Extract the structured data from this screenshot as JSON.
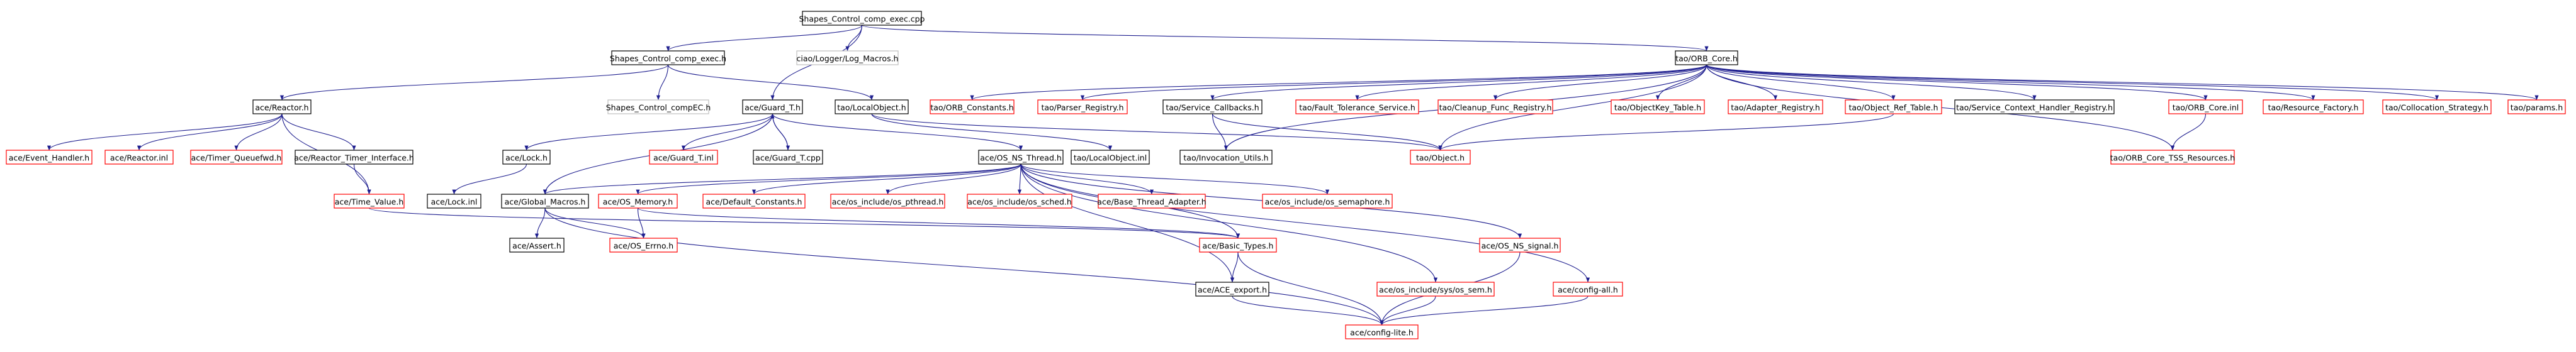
{
  "colors": {
    "root_fill": "#bfbfbf",
    "border_black": "#000000",
    "border_red": "#ff0000",
    "border_gray": "#bfbfbf",
    "text": "#000000",
    "edge": "#1f1f8f"
  },
  "nodes": [
    {
      "id": "root",
      "label": "Shapes_Control_comp_exec.cpp",
      "style": "root"
    },
    {
      "id": "scce_h",
      "label": "Shapes_Control_comp_exec.h",
      "style": "black"
    },
    {
      "id": "logmacros",
      "label": "ciao/Logger/Log_Macros.h",
      "style": "gray"
    },
    {
      "id": "orbcore",
      "label": "tao/ORB_Core.h",
      "style": "black"
    },
    {
      "id": "reactor",
      "label": "ace/Reactor.h",
      "style": "black"
    },
    {
      "id": "compec",
      "label": "Shapes_Control_compEC.h",
      "style": "gray"
    },
    {
      "id": "guard_t",
      "label": "ace/Guard_T.h",
      "style": "black"
    },
    {
      "id": "localobj_h",
      "label": "tao/LocalObject.h",
      "style": "black"
    },
    {
      "id": "orbconst",
      "label": "tao/ORB_Constants.h",
      "style": "red"
    },
    {
      "id": "parserreg",
      "label": "tao/Parser_Registry.h",
      "style": "red"
    },
    {
      "id": "svccb",
      "label": "tao/Service_Callbacks.h",
      "style": "black"
    },
    {
      "id": "faulttol",
      "label": "tao/Fault_Tolerance_Service.h",
      "style": "red"
    },
    {
      "id": "cleanup",
      "label": "tao/Cleanup_Func_Registry.h",
      "style": "red"
    },
    {
      "id": "objkey",
      "label": "tao/ObjectKey_Table.h",
      "style": "red"
    },
    {
      "id": "adapterreg",
      "label": "tao/Adapter_Registry.h",
      "style": "red"
    },
    {
      "id": "objref",
      "label": "tao/Object_Ref_Table.h",
      "style": "red"
    },
    {
      "id": "svcctx",
      "label": "tao/Service_Context_Handler_Registry.h",
      "style": "black"
    },
    {
      "id": "orbcore_inl",
      "label": "tao/ORB_Core.inl",
      "style": "red"
    },
    {
      "id": "resfactory",
      "label": "tao/Resource_Factory.h",
      "style": "red"
    },
    {
      "id": "collocation",
      "label": "tao/Collocation_Strategy.h",
      "style": "red"
    },
    {
      "id": "params",
      "label": "tao/params.h",
      "style": "red"
    },
    {
      "id": "eventhandler",
      "label": "ace/Event_Handler.h",
      "style": "red"
    },
    {
      "id": "reactor_inl",
      "label": "ace/Reactor.inl",
      "style": "red"
    },
    {
      "id": "timerq",
      "label": "ace/Timer_Queuefwd.h",
      "style": "red"
    },
    {
      "id": "reactortimer",
      "label": "ace/Reactor_Timer_Interface.h",
      "style": "black"
    },
    {
      "id": "lock_h",
      "label": "ace/Lock.h",
      "style": "black"
    },
    {
      "id": "guard_inl",
      "label": "ace/Guard_T.inl",
      "style": "red"
    },
    {
      "id": "guard_cpp",
      "label": "ace/Guard_T.cpp",
      "style": "black"
    },
    {
      "id": "osnsthread",
      "label": "ace/OS_NS_Thread.h",
      "style": "black"
    },
    {
      "id": "localobj_inl",
      "label": "tao/LocalObject.inl",
      "style": "black"
    },
    {
      "id": "invocation",
      "label": "tao/Invocation_Utils.h",
      "style": "black"
    },
    {
      "id": "object_h",
      "label": "tao/Object.h",
      "style": "red"
    },
    {
      "id": "tsscore",
      "label": "tao/ORB_Core_TSS_Resources.h",
      "style": "red"
    },
    {
      "id": "timevalue",
      "label": "ace/Time_Value.h",
      "style": "red"
    },
    {
      "id": "lock_inl",
      "label": "ace/Lock.inl",
      "style": "black"
    },
    {
      "id": "globalmacros",
      "label": "ace/Global_Macros.h",
      "style": "black"
    },
    {
      "id": "osmemory",
      "label": "ace/OS_Memory.h",
      "style": "red"
    },
    {
      "id": "defconst",
      "label": "ace/Default_Constants.h",
      "style": "red"
    },
    {
      "id": "ospthread",
      "label": "ace/os_include/os_pthread.h",
      "style": "red"
    },
    {
      "id": "ossched",
      "label": "ace/os_include/os_sched.h",
      "style": "red"
    },
    {
      "id": "basethread",
      "label": "ace/Base_Thread_Adapter.h",
      "style": "red"
    },
    {
      "id": "ossemaphore",
      "label": "ace/os_include/os_semaphore.h",
      "style": "red"
    },
    {
      "id": "assert",
      "label": "ace/Assert.h",
      "style": "black"
    },
    {
      "id": "oserrno",
      "label": "ace/OS_Errno.h",
      "style": "red"
    },
    {
      "id": "basictypes",
      "label": "ace/Basic_Types.h",
      "style": "red"
    },
    {
      "id": "osnssignal",
      "label": "ace/OS_NS_signal.h",
      "style": "red"
    },
    {
      "id": "aceexport",
      "label": "ace/ACE_export.h",
      "style": "black"
    },
    {
      "id": "syssem",
      "label": "ace/os_include/sys/os_sem.h",
      "style": "red"
    },
    {
      "id": "configall",
      "label": "ace/config-all.h",
      "style": "red"
    },
    {
      "id": "configlite",
      "label": "ace/config-lite.h",
      "style": "red"
    }
  ],
  "edges": [
    [
      "root",
      "scce_h"
    ],
    [
      "root",
      "logmacros"
    ],
    [
      "root",
      "orbcore"
    ],
    [
      "root",
      "guard_t"
    ],
    [
      "scce_h",
      "reactor"
    ],
    [
      "scce_h",
      "compec"
    ],
    [
      "scce_h",
      "localobj_h"
    ],
    [
      "orbcore",
      "orbconst"
    ],
    [
      "orbcore",
      "parserreg"
    ],
    [
      "orbcore",
      "svccb"
    ],
    [
      "orbcore",
      "faulttol"
    ],
    [
      "orbcore",
      "cleanup"
    ],
    [
      "orbcore",
      "objkey"
    ],
    [
      "orbcore",
      "adapterreg"
    ],
    [
      "orbcore",
      "objref"
    ],
    [
      "orbcore",
      "svcctx"
    ],
    [
      "orbcore",
      "orbcore_inl"
    ],
    [
      "orbcore",
      "resfactory"
    ],
    [
      "orbcore",
      "collocation"
    ],
    [
      "orbcore",
      "params"
    ],
    [
      "orbcore",
      "invocation"
    ],
    [
      "orbcore",
      "object_h"
    ],
    [
      "orbcore",
      "tsscore"
    ],
    [
      "reactor",
      "eventhandler"
    ],
    [
      "reactor",
      "reactor_inl"
    ],
    [
      "reactor",
      "timerq"
    ],
    [
      "reactor",
      "reactortimer"
    ],
    [
      "reactor",
      "timevalue"
    ],
    [
      "guard_t",
      "lock_h"
    ],
    [
      "guard_t",
      "guard_inl"
    ],
    [
      "guard_t",
      "guard_cpp"
    ],
    [
      "guard_t",
      "osnsthread"
    ],
    [
      "guard_t",
      "globalmacros"
    ],
    [
      "guard_cpp",
      "guard_t"
    ],
    [
      "localobj_h",
      "localobj_inl"
    ],
    [
      "localobj_h",
      "object_h"
    ],
    [
      "svccb",
      "invocation"
    ],
    [
      "svccb",
      "object_h"
    ],
    [
      "objref",
      "object_h"
    ],
    [
      "orbcore_inl",
      "tsscore"
    ],
    [
      "reactortimer",
      "timevalue"
    ],
    [
      "lock_h",
      "lock_inl"
    ],
    [
      "osnsthread",
      "globalmacros"
    ],
    [
      "osnsthread",
      "osmemory"
    ],
    [
      "osnsthread",
      "defconst"
    ],
    [
      "osnsthread",
      "ospthread"
    ],
    [
      "osnsthread",
      "ossched"
    ],
    [
      "osnsthread",
      "basethread"
    ],
    [
      "osnsthread",
      "ossemaphore"
    ],
    [
      "osnsthread",
      "basictypes"
    ],
    [
      "osnsthread",
      "osnssignal"
    ],
    [
      "osnsthread",
      "aceexport"
    ],
    [
      "osnsthread",
      "syssem"
    ],
    [
      "osnsthread",
      "configall"
    ],
    [
      "timevalue",
      "basictypes"
    ],
    [
      "globalmacros",
      "assert"
    ],
    [
      "globalmacros",
      "oserrno"
    ],
    [
      "globalmacros",
      "configlite"
    ],
    [
      "osmemory",
      "oserrno"
    ],
    [
      "osmemory",
      "basictypes"
    ],
    [
      "basictypes",
      "aceexport"
    ],
    [
      "basictypes",
      "configlite"
    ],
    [
      "aceexport",
      "configlite"
    ],
    [
      "osnssignal",
      "configlite"
    ],
    [
      "syssem",
      "configlite"
    ],
    [
      "configall",
      "configlite"
    ]
  ]
}
